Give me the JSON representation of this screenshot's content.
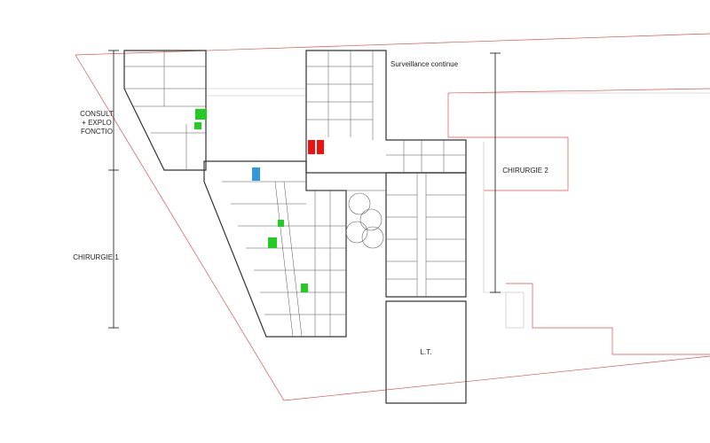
{
  "labels": {
    "consult": [
      "CONSULT",
      "+ EXPLO",
      "FONCTIO"
    ],
    "chirurgie1": "CHIRURGIE 1",
    "chirurgie2": "CHIRURGIE 2",
    "surveillance": "Surveillance continue",
    "lt": "L.T."
  },
  "colors": {
    "outline": "#e05050",
    "wall": "#333333",
    "green": "#22cc22",
    "red": "#ee1111",
    "blue": "#3399dd"
  }
}
